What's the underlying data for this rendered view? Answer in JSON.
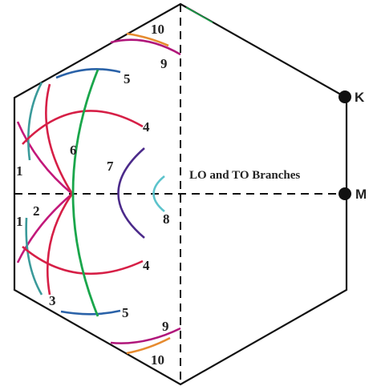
{
  "title": "LO and TO Branches",
  "points": {
    "K": "K",
    "M": "M"
  },
  "branch_labels": {
    "b1_upper": "1",
    "b1_lower": "1",
    "b2": "2",
    "b3": "3",
    "b4_upper": "4",
    "b4_lower": "4",
    "b5_upper": "5",
    "b5_lower": "5",
    "b6": "6",
    "b7": "7",
    "b8": "8",
    "b9_upper": "9",
    "b9_lower": "9",
    "b10_upper": "10",
    "b10_lower": "10"
  },
  "colors": {
    "outline": "#111111",
    "branch_1": "#c2187a",
    "branch_1b": "#3a9a9a",
    "branch_2_3_4": "#d61f46",
    "branch_5": "#2a62a8",
    "branch_6": "#1aa64b",
    "branch_7": "#4b2a8a",
    "branch_8": "#5cc3cc",
    "branch_9": "#b0167a",
    "branch_10": "#e68a2e"
  }
}
